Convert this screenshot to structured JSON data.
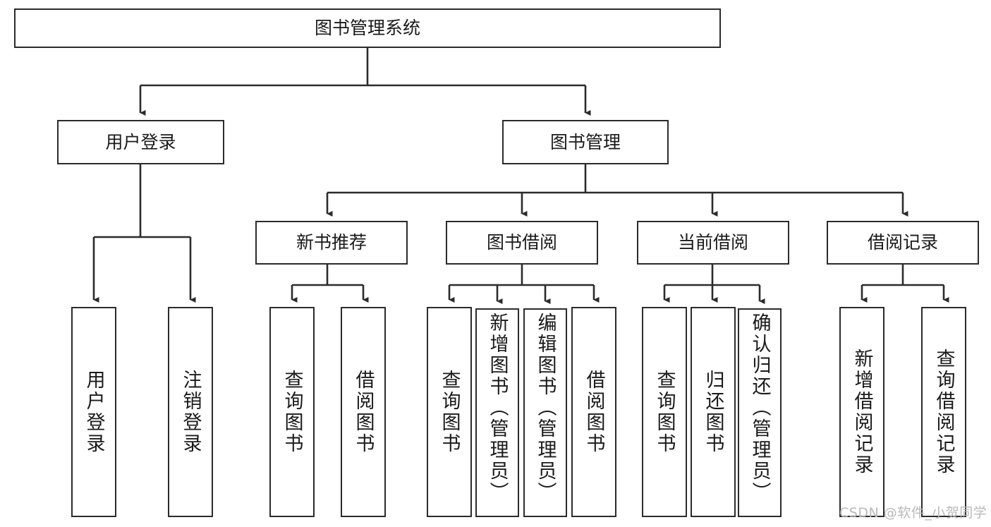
{
  "diagram": {
    "title": "图书管理系统",
    "type": "hierarchy-tree",
    "orientation": "top-down",
    "line_color": "#2b2b2b",
    "box_fill": "#ffffff",
    "text_color": "#1a1a1a",
    "levels": [
      {
        "level": 0,
        "nodes": [
          {
            "id": "root",
            "label": "图书管理系统",
            "text_direction": "horizontal"
          }
        ]
      },
      {
        "level": 1,
        "nodes": [
          {
            "id": "login",
            "label": "用户登录",
            "text_direction": "horizontal",
            "parent": "root"
          },
          {
            "id": "bookmgmt",
            "label": "图书管理",
            "text_direction": "horizontal",
            "parent": "root"
          }
        ]
      },
      {
        "level": 2,
        "nodes": [
          {
            "id": "newbook",
            "label": "新书推荐",
            "text_direction": "horizontal",
            "parent": "bookmgmt"
          },
          {
            "id": "borrow",
            "label": "图书借阅",
            "text_direction": "horizontal",
            "parent": "bookmgmt"
          },
          {
            "id": "current",
            "label": "当前借阅",
            "text_direction": "horizontal",
            "parent": "bookmgmt"
          },
          {
            "id": "records",
            "label": "借阅记录",
            "text_direction": "horizontal",
            "parent": "bookmgmt"
          }
        ]
      },
      {
        "level": 3,
        "nodes": [
          {
            "id": "leaf1",
            "label": "用户登录",
            "text_direction": "vertical",
            "parent": "login"
          },
          {
            "id": "leaf2",
            "label": "注销登录",
            "text_direction": "vertical",
            "parent": "login"
          },
          {
            "id": "leaf3",
            "label": "查询图书",
            "text_direction": "vertical",
            "parent": "newbook"
          },
          {
            "id": "leaf4",
            "label": "借阅图书",
            "text_direction": "vertical",
            "parent": "newbook"
          },
          {
            "id": "leaf5",
            "label": "查询图书",
            "text_direction": "vertical",
            "parent": "borrow"
          },
          {
            "id": "leaf6",
            "label": "新增图书（管理员）",
            "text_direction": "vertical",
            "parent": "borrow"
          },
          {
            "id": "leaf7",
            "label": "编辑图书（管理员）",
            "text_direction": "vertical",
            "parent": "borrow"
          },
          {
            "id": "leaf8",
            "label": "借阅图书",
            "text_direction": "vertical",
            "parent": "borrow"
          },
          {
            "id": "leaf9",
            "label": "查询图书",
            "text_direction": "vertical",
            "parent": "current"
          },
          {
            "id": "leaf10",
            "label": "归还图书",
            "text_direction": "vertical",
            "parent": "current"
          },
          {
            "id": "leaf11",
            "label": "确认归还（管理员）",
            "text_direction": "vertical",
            "parent": "current"
          },
          {
            "id": "leaf12",
            "label": "新增借阅记录",
            "text_direction": "vertical",
            "parent": "records"
          },
          {
            "id": "leaf13",
            "label": "查询借阅记录",
            "text_direction": "vertical",
            "parent": "records"
          }
        ]
      }
    ]
  },
  "watermark": {
    "text": "CSDN @软件_小贺同学"
  }
}
